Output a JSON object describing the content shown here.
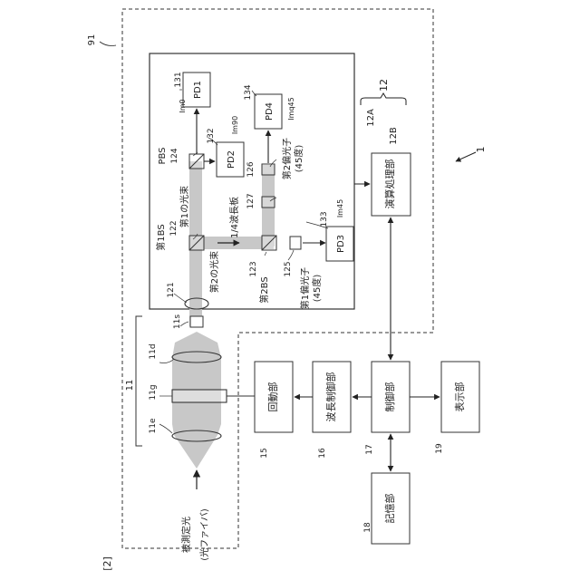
{
  "figure": {
    "fig_label": "[2]",
    "system_ref": "1",
    "unit_ref": "91"
  },
  "input": {
    "line1": "被測定光",
    "line2": "(光ファイバ)"
  },
  "lens_group": {
    "ref": "11",
    "lens_left_ref": "11e",
    "lens_right_ref": "11d",
    "filter_ref": "11g",
    "slit_ref": "11s"
  },
  "optics": {
    "lens_ref": "121",
    "bs1_label": "第1BS",
    "bs1_ref": "122",
    "bs2_label": "第2BS",
    "bs2_ref": "123",
    "pbs_label": "PBS",
    "pbs_ref": "124",
    "pol1_ref": "125",
    "pol1_label": "第1偏光子",
    "pol1_angle": "(45度)",
    "pol2_ref": "126",
    "pol2_label": "第2偏光子",
    "pol2_angle": "(45度)",
    "waveplate_ref": "127",
    "waveplate_label": "1/4波長板",
    "beam1_label": "第1の光束",
    "beam2_label": "第2の光束"
  },
  "detectors": {
    "pd1": {
      "label": "PD1",
      "ref": "131",
      "signal": "Im0"
    },
    "pd2": {
      "label": "PD2",
      "ref": "132",
      "signal": "Im90"
    },
    "pd3": {
      "label": "PD3",
      "ref": "133",
      "signal": "Im45"
    },
    "pd4": {
      "label": "PD4",
      "ref": "134",
      "signal": "Imq45"
    }
  },
  "processing": {
    "group_ref": "12",
    "sub_a": "12A",
    "sub_b": "12B",
    "calc_label": "演算処理部"
  },
  "blocks": {
    "rotation": {
      "label": "回動部",
      "ref": "15"
    },
    "wavelength": {
      "label": "波長制御部",
      "ref": "16"
    },
    "control": {
      "label": "制御部",
      "ref": "17"
    },
    "storage": {
      "label": "記憶部",
      "ref": "18"
    },
    "display": {
      "label": "表示部",
      "ref": "19"
    }
  }
}
